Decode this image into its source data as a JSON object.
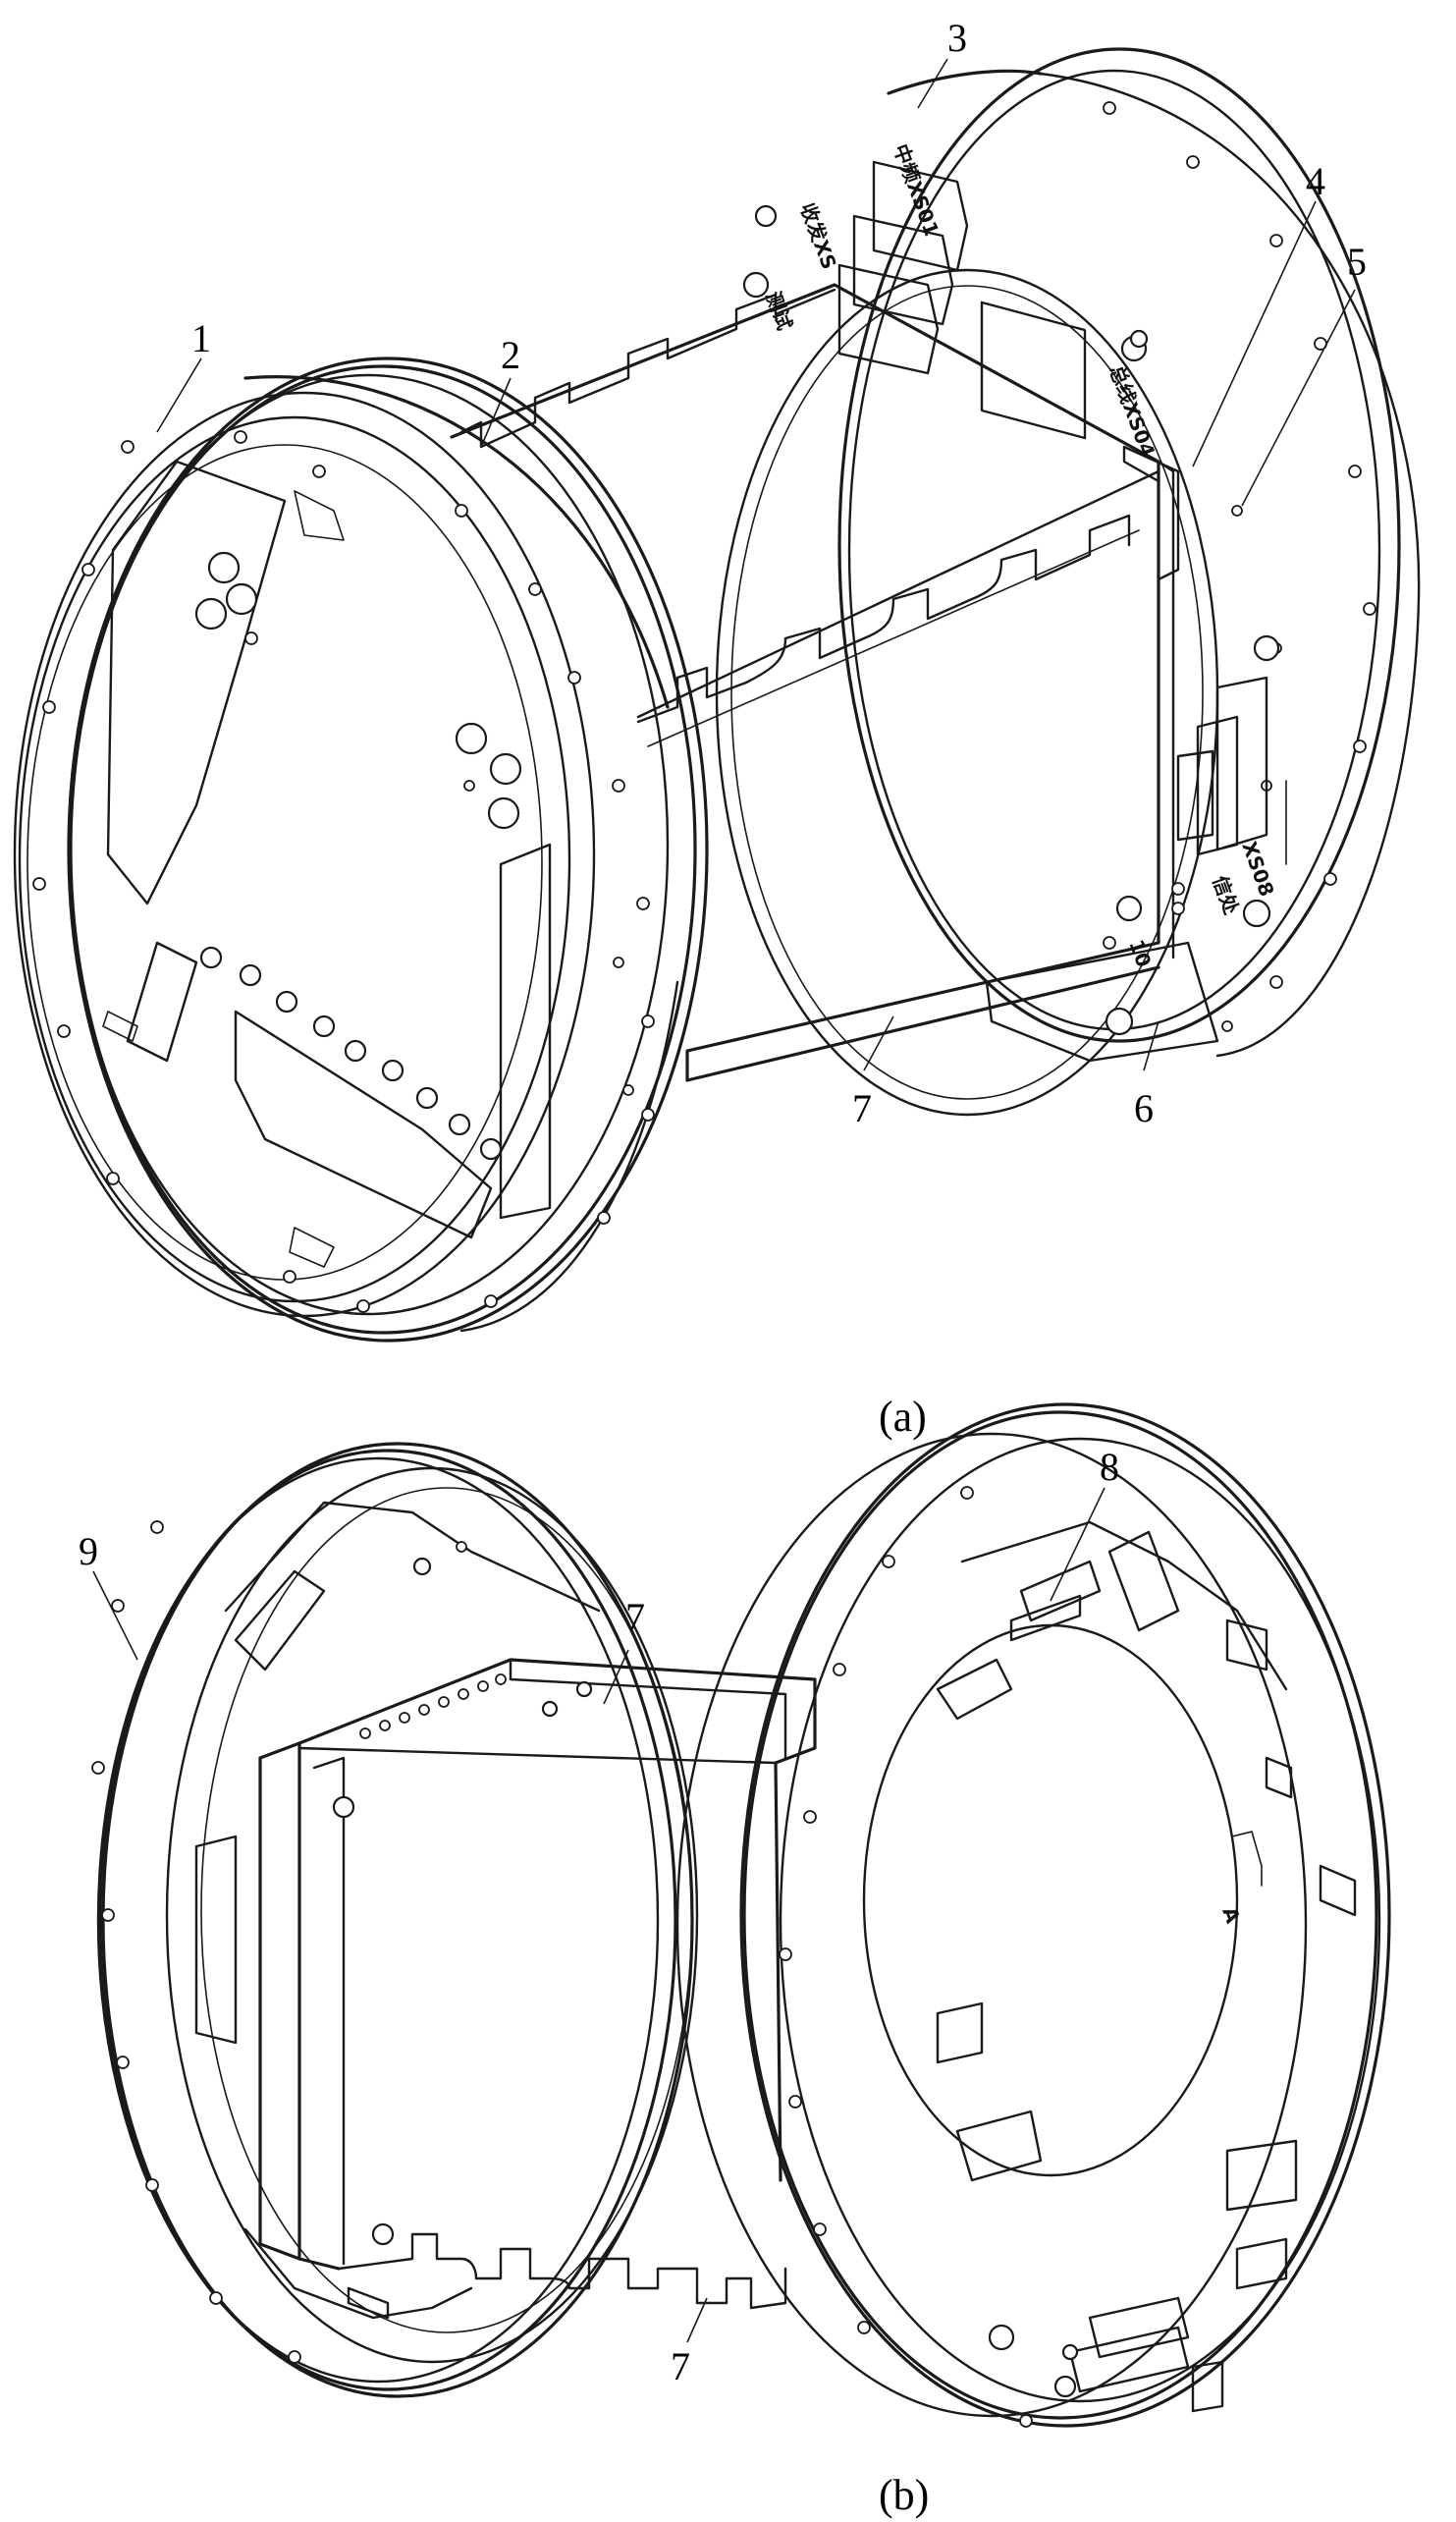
{
  "figure_a": {
    "caption": "(a)",
    "callouts": [
      "1",
      "2",
      "3",
      "4",
      "5",
      "6",
      "7"
    ],
    "panel_labels": [
      "收发XS",
      "中频XS01",
      "总线XS04",
      "信处",
      "XS08",
      "测试",
      "10"
    ]
  },
  "figure_b": {
    "caption": "(b)",
    "callouts": [
      "7",
      "7",
      "8",
      "9"
    ],
    "panel_labels": [
      "A"
    ]
  }
}
